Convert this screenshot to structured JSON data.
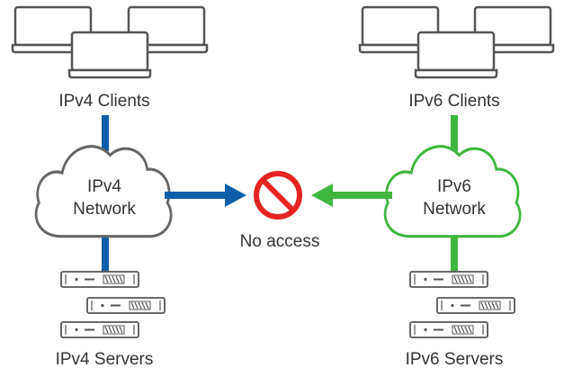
{
  "diagram": {
    "ipv4": {
      "clients_label": "IPv4 Clients",
      "network_label_line1": "IPv4",
      "network_label_line2": "Network",
      "servers_label": "IPv4 Servers",
      "color": "#0d5ea8"
    },
    "ipv6": {
      "clients_label": "IPv6 Clients",
      "network_label_line1": "IPv6",
      "network_label_line2": "Network",
      "servers_label": "IPv6 Servers",
      "color": "#3fb63f"
    },
    "center": {
      "status_label": "No access",
      "icon": "no-entry-icon",
      "icon_color": "#e52421"
    },
    "colors": {
      "device_outline": "#555555",
      "ipv4_cloud_outline": "#666666"
    }
  }
}
